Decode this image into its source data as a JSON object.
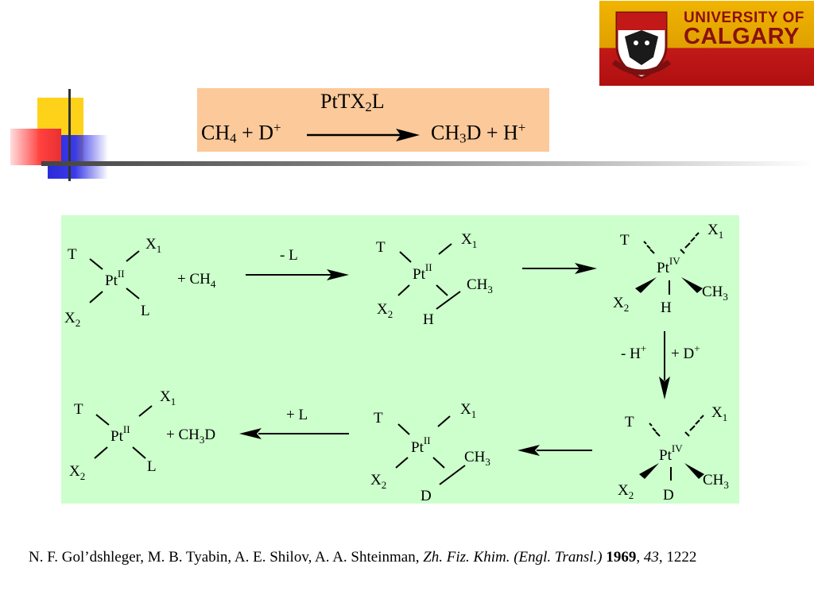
{
  "logo": {
    "line1": "UNIVERSITY OF",
    "line2": "CALGARY",
    "crest_icon": "university-crest-icon",
    "colors": {
      "gold": "#f0b400",
      "red": "#b01010"
    }
  },
  "equation": {
    "catalyst": {
      "a": "PtTX",
      "b": "2",
      "c": "L"
    },
    "left": {
      "a": "CH",
      "b": "4",
      "c": " + D",
      "d": "+"
    },
    "right": {
      "a": "CH",
      "b": "3",
      "c": "D + H",
      "d": "+"
    },
    "box_color": "#fcc99a"
  },
  "mechanism": {
    "box_color": "#ccffcc",
    "s1": {
      "T": "T",
      "X1": "X",
      "X1s": "1",
      "Pt": "Pt",
      "ox": "II",
      "X2": "X",
      "X2s": "2",
      "L": "L",
      "reagent_a": "+ CH",
      "reagent_b": "4"
    },
    "step1": {
      "label": "- L"
    },
    "s2": {
      "T": "T",
      "X1": "X",
      "X1s": "1",
      "Pt": "Pt",
      "ox": "II",
      "X2": "X",
      "X2s": "2",
      "CH3": "CH",
      "CH3s": "3",
      "H": "H"
    },
    "s3": {
      "T": "T",
      "X1": "X",
      "X1s": "1",
      "Pt": "Pt",
      "ox": "IV",
      "X2": "X",
      "X2s": "2",
      "CH3": "CH",
      "CH3s": "3",
      "H": "H"
    },
    "step3": {
      "label_a": "- H",
      "label_a_sup": "+",
      "label_b": "+ D",
      "label_b_sup": "+"
    },
    "s4": {
      "T": "T",
      "X1": "X",
      "X1s": "1",
      "Pt": "Pt",
      "ox": "IV",
      "X2": "X",
      "X2s": "2",
      "CH3": "CH",
      "CH3s": "3",
      "D": "D"
    },
    "s5": {
      "T": "T",
      "X1": "X",
      "X1s": "1",
      "Pt": "Pt",
      "ox": "II",
      "X2": "X",
      "X2s": "2",
      "CH3": "CH",
      "CH3s": "3",
      "D": "D"
    },
    "step6": {
      "label": "+ L"
    },
    "s6": {
      "T": "T",
      "X1": "X",
      "X1s": "1",
      "Pt": "Pt",
      "ox": "II",
      "X2": "X",
      "X2s": "2",
      "L": "L",
      "product_a": "+ CH",
      "product_b": "3",
      "product_c": "D"
    }
  },
  "citation": {
    "authors": "N. F. Gol’dshleger, M. B. Tyabin, A. E. Shilov, A. A. Shteinman, ",
    "journal": "Zh. Fiz. Khim. (Engl. Transl.)",
    "sep1": " ",
    "year": "1969",
    "sep2": ", ",
    "volume": "43",
    "pages": ", 1222"
  }
}
